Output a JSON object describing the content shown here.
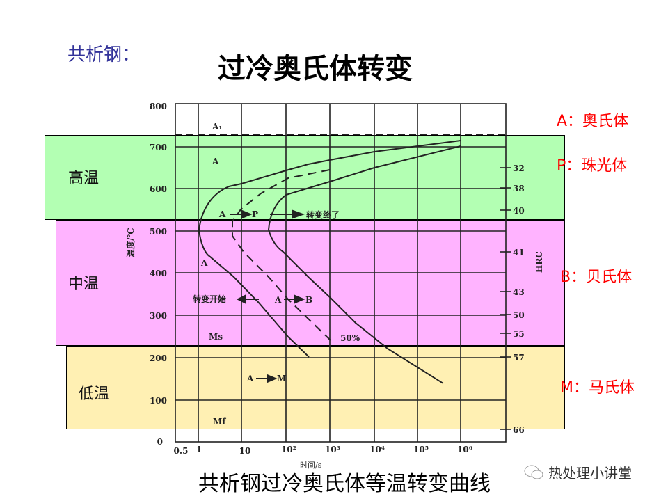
{
  "header": {
    "subtitle": "共析钢：",
    "title": "过冷奥氏体转变"
  },
  "zones": {
    "high": "高温",
    "mid": "中温",
    "low": "低温"
  },
  "legend": {
    "A": "A：奥氏体",
    "P": "P：珠光体",
    "B": "B：贝氏体",
    "M": "M：马氏体"
  },
  "axes": {
    "ylabel": "温度/℃",
    "xlabel": "时间/s",
    "y2label": "HRC",
    "yticks": [
      "800",
      "700",
      "600",
      "500",
      "400",
      "300",
      "200",
      "100",
      "0"
    ],
    "xticks": [
      "0.5",
      "1",
      "10",
      "10²",
      "10³",
      "10⁴",
      "10⁵",
      "10⁶"
    ],
    "hrc": [
      "32",
      "38",
      "40",
      "41",
      "43",
      "50",
      "55",
      "57",
      "66"
    ]
  },
  "annotations": {
    "a1": "A₁",
    "a_top": "A",
    "a_to_p_a": "A",
    "a_to_p_p": "P",
    "finish": "转变终了",
    "a_mid": "A",
    "start": "转变开始",
    "a_to_b_a": "A",
    "a_to_b_b": "B",
    "ms": "Ms",
    "pct50": "50%",
    "a_to_m_a": "A",
    "a_to_m_m": "M",
    "mf": "Mf"
  },
  "caption": "共析钢过冷奥氏体等温转变曲线",
  "watermark": "热处理小讲堂",
  "colors": {
    "high": "#b3ffb3",
    "mid": "#ffb3ff",
    "low": "#fff0b3",
    "legend": "#ff0000",
    "subtitle": "#33339a"
  }
}
